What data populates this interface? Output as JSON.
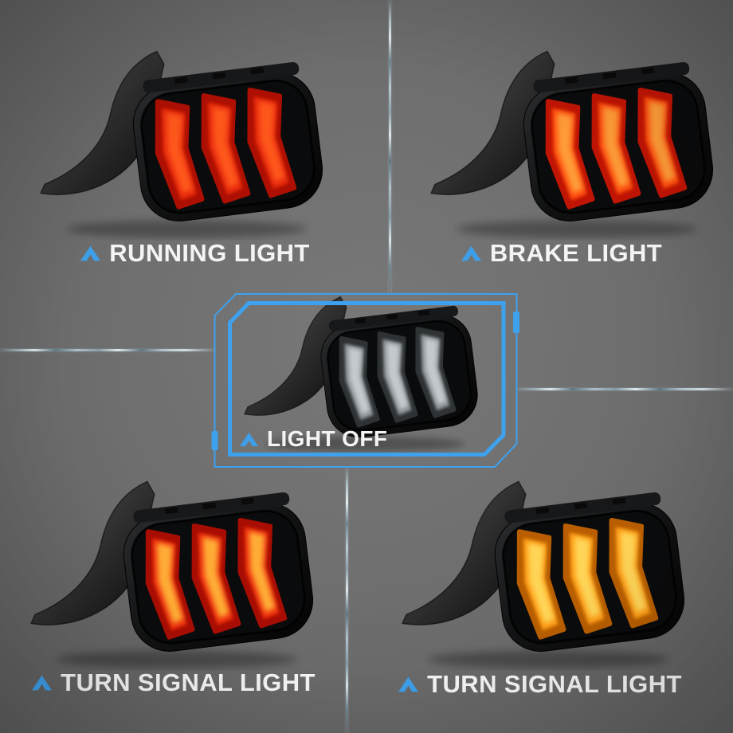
{
  "image_type": "tail-light product feature collage",
  "background": {
    "base": "#6F6F6F"
  },
  "accent": {
    "frame_blue": "#3EA1EE",
    "arrow_blue": "#3E9EE8",
    "divider_tint": "#A9C6D2",
    "text": "#F4F4F4"
  },
  "icons": {
    "caption_arrow": "up-arrow-icon"
  },
  "selection_frame": {
    "color": "#3EA1EE",
    "highlights_panel": "LIGHT OFF"
  },
  "panels": [
    {
      "id": "running-light",
      "label": "RUNNING LIGHT",
      "position": "top-left",
      "lit_color_name": "red",
      "colors": {
        "edge": "#AD0F03",
        "mid": "#E82C0C",
        "hot": "#FF5A1E"
      }
    },
    {
      "id": "brake-light",
      "label": "BRAKE LIGHT",
      "position": "top-right",
      "lit_color_name": "bright red-orange",
      "colors": {
        "edge": "#C01404",
        "mid": "#FF4E10",
        "hot": "#FFA03A"
      }
    },
    {
      "id": "light-off",
      "label": "LIGHT OFF",
      "position": "center",
      "highlighted": true,
      "lit_color_name": "smoked / off",
      "colors": {
        "edge": "#2E3234",
        "mid": "#8A9094",
        "hot": "#C8CED0"
      }
    },
    {
      "id": "turn-signal-left",
      "label": "TURN SIGNAL LIGHT",
      "position": "bottom-left",
      "lit_color_name": "red with amber core",
      "colors": {
        "edge": "#A80D03",
        "mid": "#EF3310",
        "hot": "#FFB339"
      }
    },
    {
      "id": "turn-signal-right",
      "label": "TURN SIGNAL LIGHT",
      "position": "bottom-right",
      "lit_color_name": "amber",
      "colors": {
        "edge": "#B85E00",
        "mid": "#FF9D12",
        "hot": "#FFD95C"
      }
    }
  ]
}
